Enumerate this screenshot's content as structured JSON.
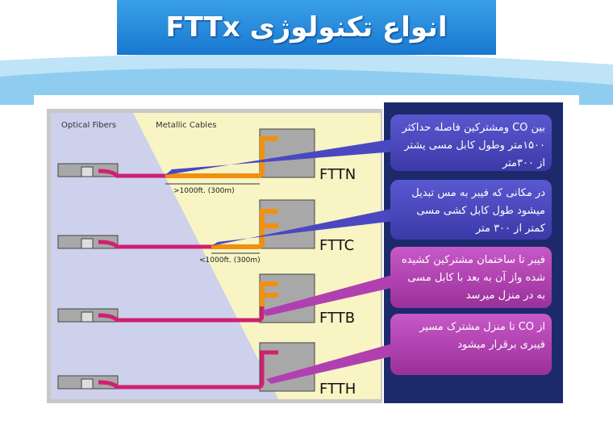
{
  "title": "انواع تکنولوژی FTTx",
  "diagram": {
    "region_left": "Optical Fibers",
    "region_right": "Metallic Cables",
    "rows": [
      {
        "label": "FTTN",
        "distance": ">1000ft. (300m)"
      },
      {
        "label": "FTTC",
        "distance": "<1000ft. (300m)"
      },
      {
        "label": "FTTB"
      },
      {
        "label": "FTTH"
      }
    ]
  },
  "callouts": [
    {
      "text": "بین CO ومشترکین فاصله حداکثر ۱۵۰۰متر وطول کابل مسی یشتر از ۳۰۰متر",
      "color": "#4a48c0"
    },
    {
      "text": "در مکانی که فیبر به مس تبدیل میشود طول کابل کشی مسی کمتر از ۳۰۰ متر",
      "color": "#4a48c0"
    },
    {
      "text": "فیبر تا ساختمان مشترکین کشیده شده واز آن به بعد با کابل مسی به در منزل میرسد",
      "color": "#b040b0"
    },
    {
      "text": "از CO تا منزل مشترک مسیر فیبری برقرار میشود",
      "color": "#b040b0"
    }
  ]
}
